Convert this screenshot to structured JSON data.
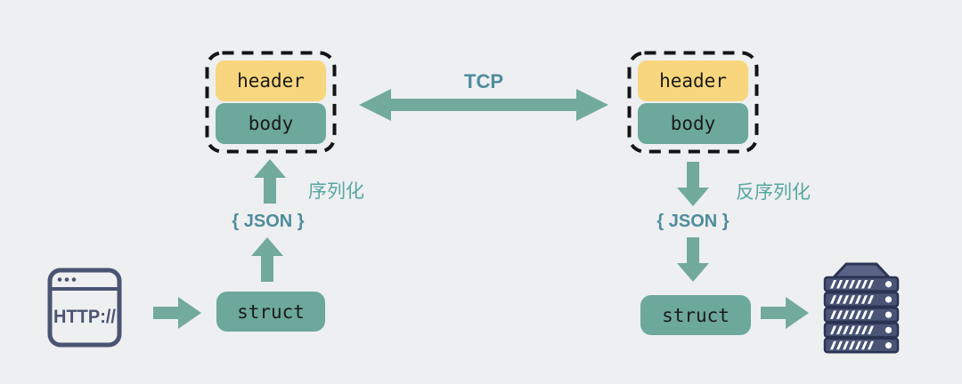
{
  "diagram": {
    "colors": {
      "bg": "#EEEFF1",
      "header_yellow": "#F8D67D",
      "block_teal": "#6CA89B",
      "arrow_teal": "#72AA9D",
      "steel_blue": "#4E8C9C",
      "cjk_teal": "#57A7A1",
      "ink": "#141414",
      "navy": "#4A5472",
      "server_fill": "#4A5476",
      "server_stroke": "#2B3353",
      "server_top": "#5A6385",
      "block_text": "#1b1b1b"
    },
    "tcp": {
      "label": "TCP"
    },
    "left_packet": {
      "header": "header",
      "body": "body"
    },
    "right_packet": {
      "header": "header",
      "body": "body"
    },
    "serialize": {
      "label": "序列化"
    },
    "deserialize": {
      "label": "反序列化"
    },
    "json_left": {
      "label": "{ JSON }"
    },
    "json_right": {
      "label": "{ JSON }"
    },
    "struct_left": {
      "label": "struct"
    },
    "struct_right": {
      "label": "struct"
    },
    "http_client": {
      "label": "HTTP://"
    }
  }
}
